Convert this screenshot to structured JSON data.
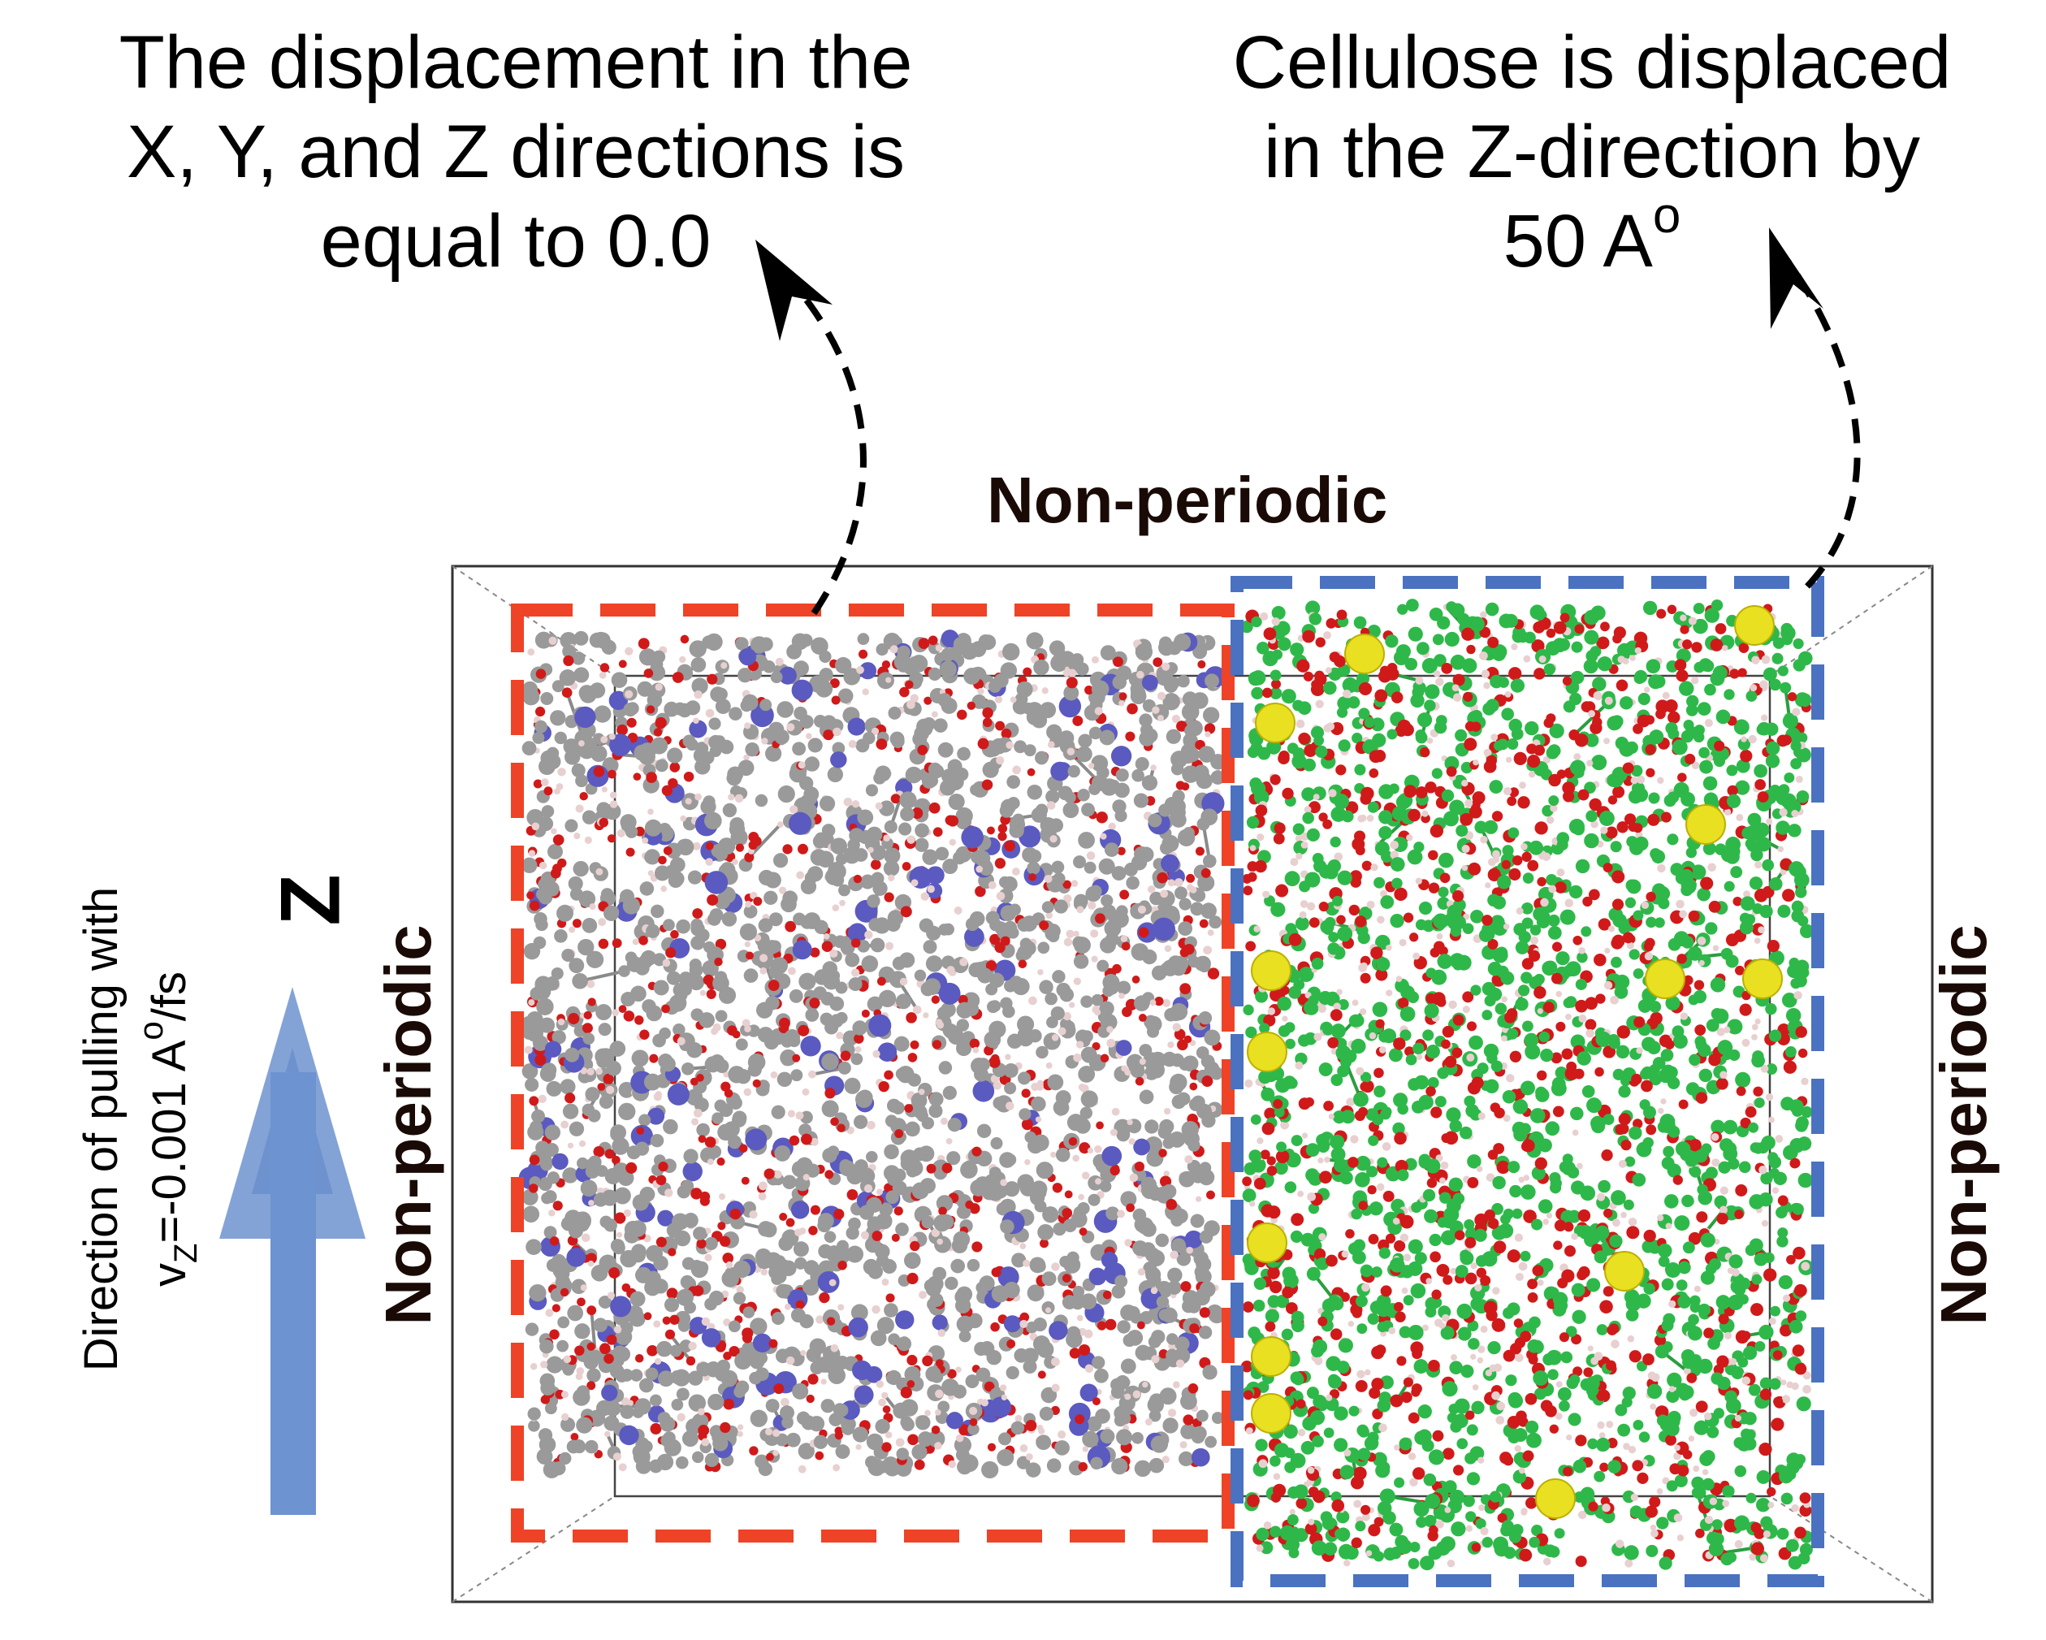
{
  "annotations": {
    "left_caption": [
      "The displacement in the",
      "X, Y, and Z directions is",
      "equal to 0.0"
    ],
    "right_caption_line1": "Cellulose is displaced",
    "right_caption_line2": "in the Z-direction by",
    "right_caption_value": "50 A",
    "right_caption_unit_sup": "o"
  },
  "boundaries": {
    "top": "Non-periodic",
    "left": "Non-periodic",
    "right": "Non-periodic"
  },
  "axis": {
    "label": "Z",
    "arrow_color": "#6d93d0"
  },
  "pulling": {
    "line1": "Direction of pulling with",
    "v_symbol": "v",
    "v_sub": "Z",
    "v_value": "=-0.001 A",
    "unit_sup": "o",
    "unit_tail": "/fs"
  },
  "regions": {
    "fixed_region_color": "#ee4326",
    "moving_region_color": "#4a72c0"
  },
  "atoms": {
    "carbon_grey": "#9a9a9a",
    "oxygen_red": "#d01a1a",
    "hydrogen": "#e8d0d0",
    "nitrogen_blue": "#5a5ac0",
    "cellulose_green": "#2fb84a",
    "ion_yellow": "#e8e020"
  }
}
